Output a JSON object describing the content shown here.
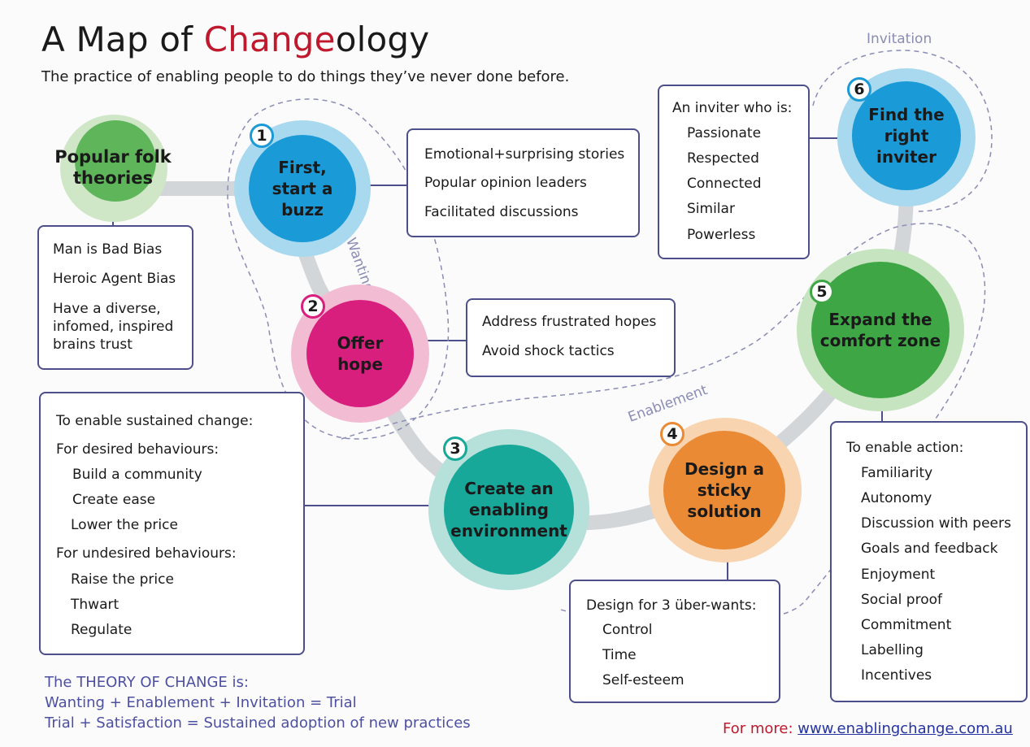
{
  "title": {
    "part1": "A Map of ",
    "accent": "Change",
    "part2": "ology"
  },
  "subtitle": "The practice of enabling people to do things they’ve never done before.",
  "zones": {
    "wanting": "Wanting",
    "enablement": "Enablement",
    "invitation": "Invitation"
  },
  "nodes": {
    "folk": {
      "label": "Popular folk theories"
    },
    "n1": {
      "number": "1",
      "label": "First, start a buzz"
    },
    "n2": {
      "number": "2",
      "label": "Offer hope"
    },
    "n3": {
      "number": "3",
      "label": "Create an enabling environment"
    },
    "n4": {
      "number": "4",
      "label": "Design a sticky solution"
    },
    "n5": {
      "number": "5",
      "label": "Expand the comfort zone"
    },
    "n6": {
      "number": "6",
      "label": "Find the right inviter"
    }
  },
  "boxes": {
    "folk": {
      "items": [
        "Man is Bad Bias",
        "Heroic Agent Bias",
        "Have a diverse,",
        "infomed, inspired",
        "brains trust"
      ]
    },
    "buzz": {
      "items": [
        "Emotional+surprising stories",
        "Popular opinion leaders",
        "Facilitated discussions"
      ]
    },
    "hope": {
      "items": [
        "Address frustrated hopes",
        "Avoid shock tactics"
      ]
    },
    "env": {
      "items": [
        "To enable sustained change:",
        "For desired behaviours:",
        "Build a community",
        "Create ease",
        "Lower the price",
        "For undesired behaviours:",
        "Raise the price",
        "Thwart",
        "Regulate"
      ]
    },
    "sticky": {
      "items": [
        "Design for 3 über-wants:",
        "Control",
        "Time",
        "Self-esteem"
      ]
    },
    "comfort": {
      "items": [
        "To enable action:",
        "Familiarity",
        "Autonomy",
        "Discussion with peers",
        "Goals and feedback",
        "Enjoyment",
        "Social proof",
        "Commitment",
        "Labelling",
        "Incentives"
      ]
    },
    "inviter": {
      "items": [
        "An inviter who is:",
        "Passionate",
        "Respected",
        "Connected",
        "Similar",
        "Powerless"
      ]
    }
  },
  "theory": {
    "line1": "The THEORY OF CHANGE is:",
    "line2": "Wanting + Enablement + Invitation = Trial",
    "line3": "Trial + Satisfaction = Sustained adoption of new practices"
  },
  "more": {
    "label": "For more: ",
    "link": "www.enablingchange.com.au"
  },
  "colors": {
    "accent": "#c0182c",
    "folk": "#5fb55a",
    "folk_ring": "#cfe6c7",
    "buzz": "#1a9bd7",
    "buzz_ring": "#a9d9ef",
    "hope": "#d91f7d",
    "hope_ring": "#f2bcd3",
    "env": "#17a89a",
    "env_ring": "#b5e1da",
    "sticky": "#ea8a35",
    "sticky_ring": "#f8d5b0",
    "comfort": "#3ea645",
    "comfort_ring": "#c7e4c0",
    "inviter": "#1a9bd7",
    "inviter_ring": "#a9d9ef",
    "box_border": "#4d4f8a",
    "path": "#d3d6d9",
    "zone_line": "#8a8cb5"
  }
}
